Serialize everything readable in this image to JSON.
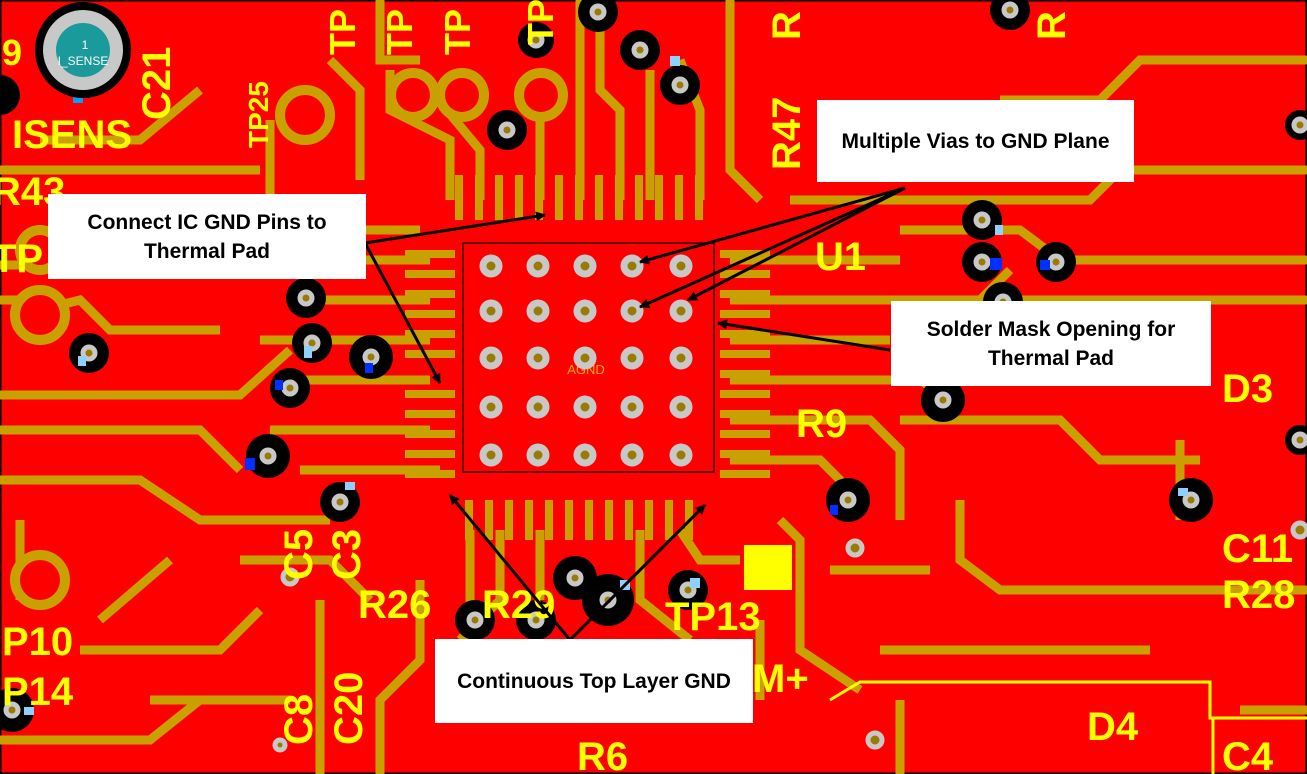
{
  "callouts": {
    "vias": "Multiple Vias to GND Plane",
    "gnd_pins": "Connect IC GND Pins to Thermal Pad",
    "solder_mask": "Solder Mask Opening for Thermal Pad",
    "top_gnd": "Continuous Top Layer GND"
  },
  "silkscreen": {
    "tp_a": "TP",
    "tp_b": "TP",
    "tp_c": "TP",
    "tp_d": "TP",
    "tp25": "TP25",
    "c21": "C21",
    "isense": "ISENS",
    "r43": "R43",
    "tp_left": "TP",
    "r_top": "R",
    "r47": "R47",
    "r_top2": "R",
    "u1": "U1",
    "d3": "D3",
    "r9": "R9",
    "c11": "C11",
    "r28": "R28",
    "c5": "C5",
    "c3": "C3",
    "r26": "R26",
    "r29": "R29",
    "tp13": "TP13",
    "mplus": "M+",
    "tp10": "P10",
    "tp14": "P14",
    "c8": "C8",
    "c20": "C20",
    "r6": "R6",
    "d4": "D4",
    "c4": "C4",
    "num9": "9"
  },
  "test_point": {
    "number": "1",
    "label": "I_SENSE"
  },
  "thermal_pad_label": "AGND",
  "colors": {
    "board_red": "#ff0000",
    "copper": "#c8a000",
    "silkscreen": "#ffff00",
    "via_ring": "#c8c8c8",
    "via_hole": "#9a7a00"
  }
}
